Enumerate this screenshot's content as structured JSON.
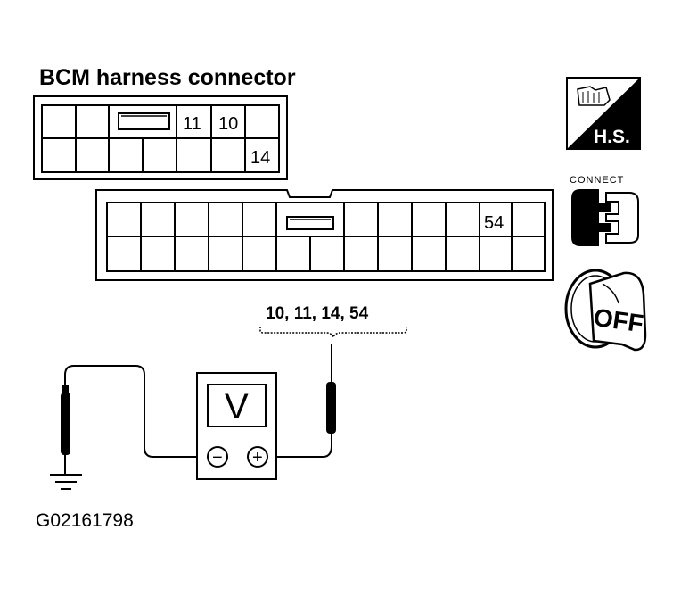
{
  "title": "BCM harness connector",
  "connector_small": {
    "pins_row1": [
      "11",
      "10"
    ],
    "pins_row2": [
      "14"
    ]
  },
  "connector_large": {
    "pin_label": "54"
  },
  "probe_pins": "10, 11, 14, 54",
  "meter": {
    "display": "V",
    "neg_symbol": "−",
    "pos_symbol": "+"
  },
  "icons": {
    "harness_side": "H.S.",
    "connect": "CONNECT",
    "ignition": "OFF"
  },
  "figure_code": "G02161798"
}
